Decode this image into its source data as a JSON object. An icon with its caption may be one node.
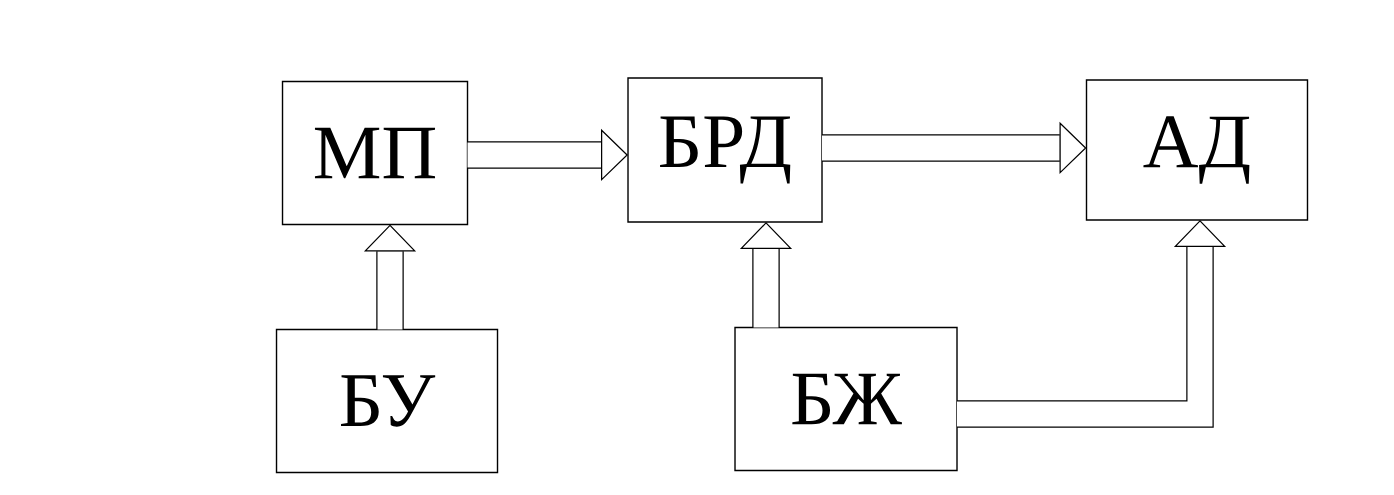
{
  "diagram": {
    "nodes": [
      {
        "text": [
          "МП"
        ]
      },
      {
        "text": [
          "БРД"
        ]
      },
      {
        "text": [
          "АД"
        ]
      },
      {
        "text": [
          "БУ"
        ]
      },
      {
        "text": [
          "БЖ"
        ]
      }
    ],
    "edges": [
      {
        "from": 0,
        "to": 1,
        "arrow": "to"
      },
      {
        "from": 1,
        "to": 2,
        "arrow": "to"
      },
      {
        "from": 3,
        "to": 0,
        "arrow": "to"
      },
      {
        "from": 4,
        "to": 1,
        "arrow": "to"
      },
      {
        "from": 4,
        "to": 2,
        "arrow": "to"
      }
    ]
  }
}
